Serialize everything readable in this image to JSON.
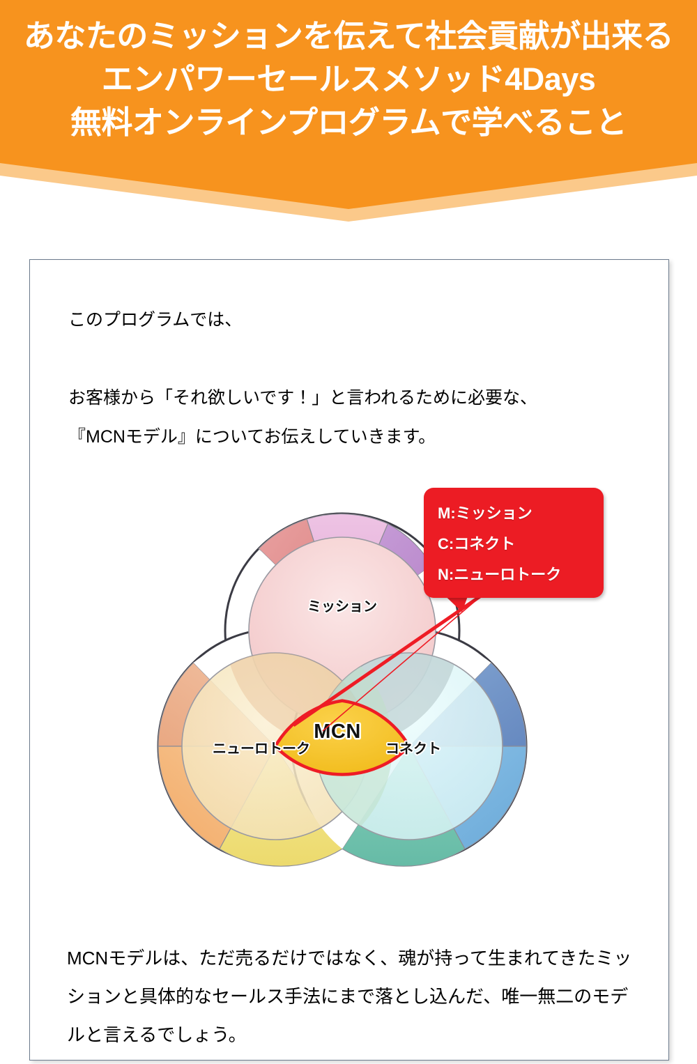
{
  "hero": {
    "title": "あなたのミッションを伝えて社会貢献が出来る\nエンパワーセールスメソッド4Days\n無料オンラインプログラムで学べること",
    "bg_color": "#f7931e",
    "shadow_color": "#fbc98a",
    "text_color": "#ffffff"
  },
  "card": {
    "border_color": "#6b7a8c",
    "background": "#ffffff",
    "intro": "このプログラムでは、\n\nお客様から「それ欲しいです！」と言われるために必要な、\n『MCNモデル』についてお伝えしていきます。",
    "intro_line_1": "このプログラムでは、",
    "intro_line_2": "お客様から「それ欲しいです！」と言われるために必要な、",
    "intro_line_3": "『MCNモデル』についてお伝えしていきます。",
    "outro": "MCNモデルは、ただ売るだけではなく、魂が持って生まれてきたミッションと具体的なセールス手法にまで落とし込んだ、唯一無二のモデルと言えるでしょう。"
  },
  "diagram": {
    "name": "mcn-model-venn",
    "core_label": "MCN",
    "core_color": "#f5c12b",
    "core_outline_color": "#ee1c25",
    "circles": [
      {
        "id": "mission",
        "label": "ミッション",
        "fill": "#f7d4d5",
        "ring_segments": [
          "#e38f8e",
          "#e8b6dc",
          "#bf8fd0"
        ]
      },
      {
        "id": "neurotalk",
        "label": "ニューロトーク",
        "fill": "#f7e5bc",
        "ring_segments": [
          "#eeb392",
          "#f4b375",
          "#f0e07e"
        ]
      },
      {
        "id": "connect",
        "label": "コネクト",
        "fill": "#ddf7f8",
        "ring_segments": [
          "#7096c9",
          "#73b3df",
          "#74c4b0"
        ]
      }
    ]
  },
  "callout": {
    "name": "mcn-legend-callout",
    "bg_color": "#ec1c24",
    "text_color": "#ffffff",
    "lines": [
      "M:ミッション",
      "C:コネクト",
      "N:ニューロトーク"
    ]
  }
}
